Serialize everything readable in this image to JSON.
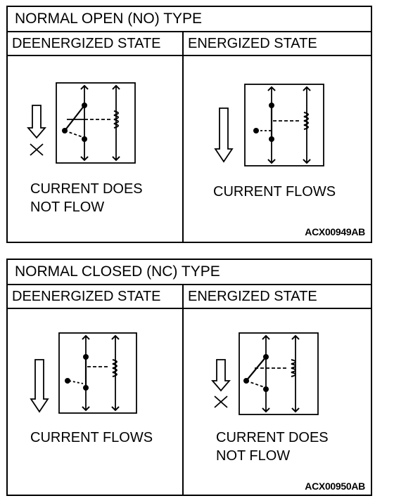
{
  "no_panel": {
    "title": "NORMAL OPEN (NO) TYPE",
    "left_header": "DEENERGIZED STATE",
    "right_header": "ENERGIZED STATE",
    "left_caption": "CURRENT DOES\nNOT FLOW",
    "right_caption": "CURRENT FLOWS",
    "code": "ACX00949AB"
  },
  "nc_panel": {
    "title": "NORMAL CLOSED (NC) TYPE",
    "left_header": "DEENERGIZED STATE",
    "right_header": "ENERGIZED STATE",
    "left_caption": "CURRENT FLOWS",
    "right_caption": "CURRENT DOES\nNOT FLOW",
    "code": "ACX00950AB"
  }
}
